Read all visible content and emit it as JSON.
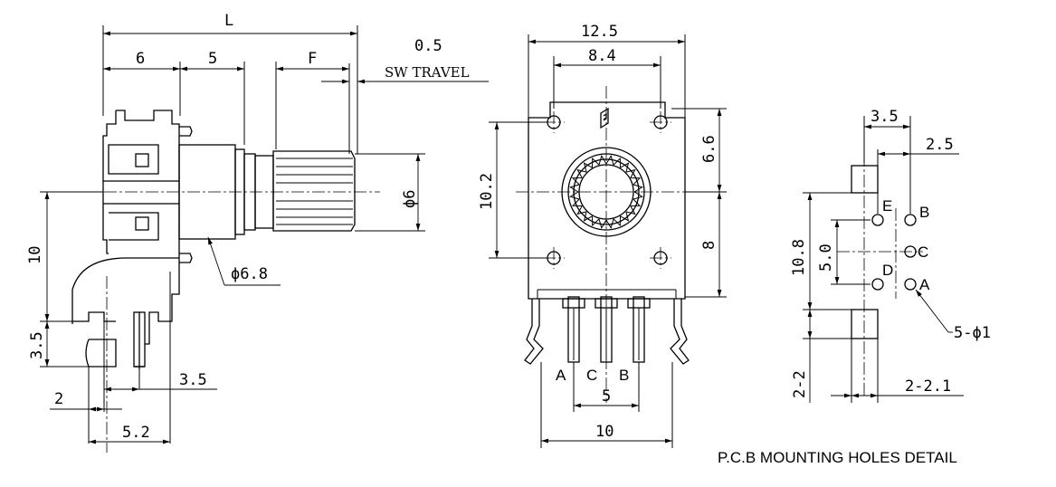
{
  "side_view": {
    "L": "L",
    "d6": "6",
    "d5": "5",
    "F": "F",
    "d05": "0.5",
    "sw_travel": "SW TRAVEL",
    "d10": "10",
    "d35v": "3.5",
    "d35h": "3.5",
    "d2": "2",
    "d52": "5.2",
    "dia68": "ϕ6.8",
    "dia6": "ϕ6"
  },
  "front_view": {
    "w125": "12.5",
    "w84": "8.4",
    "h102": "10.2",
    "h66": "6.6",
    "h8": "8",
    "pinA": "A",
    "pinC": "C",
    "pinB": "B",
    "w5": "5",
    "w10": "10"
  },
  "pcb_detail": {
    "d35": "3.5",
    "d25": "2.5",
    "d108": "10.8",
    "d50": "5.0",
    "E": "E",
    "B": "B",
    "C": "C",
    "D": "D",
    "A": "A",
    "holes": "5-ϕ1",
    "d22": "2-2",
    "d221": "2-2.1",
    "title": "P.C.B MOUNTING HOLES DETAIL"
  }
}
